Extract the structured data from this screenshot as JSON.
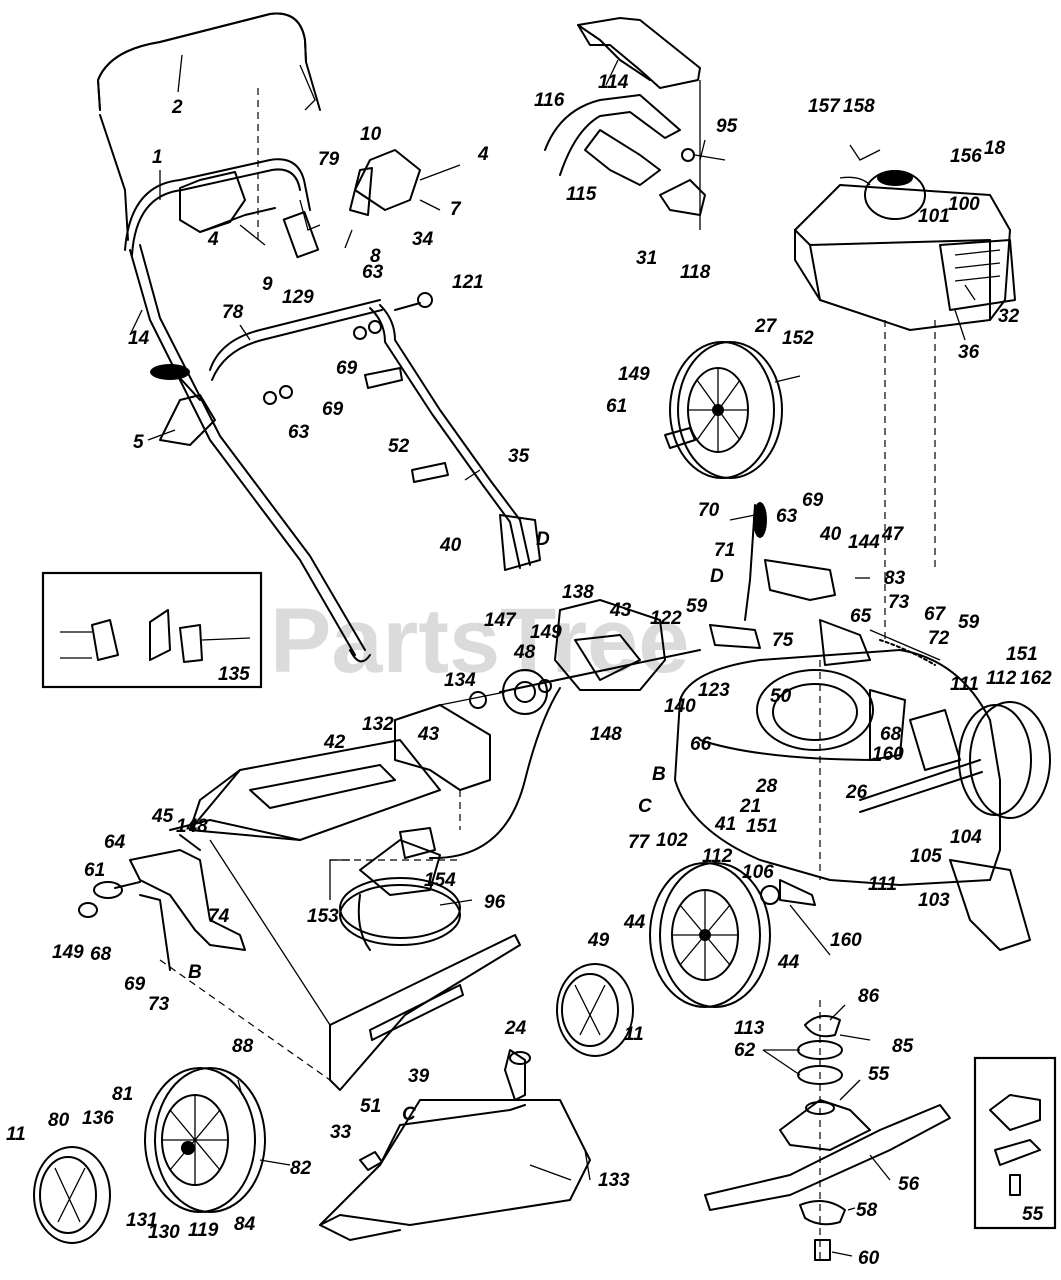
{
  "watermark": "PartsTree",
  "labels": {
    "l2": "2",
    "l1": "1",
    "l79": "79",
    "l10": "10",
    "l4a": "4",
    "l7": "7",
    "l34": "34",
    "l8": "8",
    "l4b": "4",
    "l9": "9",
    "l129": "129",
    "l14": "14",
    "l78": "78",
    "l63a": "63",
    "l121": "121",
    "l69a": "69",
    "l69b": "69",
    "l63b": "63",
    "l52": "52",
    "l5": "5",
    "l35": "35",
    "l40a": "40",
    "lDa": "D",
    "l135": "135",
    "l114": "114",
    "l116": "116",
    "l95": "95",
    "l115": "115",
    "l31": "31",
    "l118": "118",
    "l157": "157",
    "l158": "158",
    "l156": "156",
    "l18": "18",
    "l100": "100",
    "l101": "101",
    "l32": "32",
    "l36": "36",
    "l27": "27",
    "l152": "152",
    "l149a": "149",
    "l61a": "61",
    "l70": "70",
    "l69c": "69",
    "l63c": "63",
    "l40b": "40",
    "l144": "144",
    "l47": "47",
    "l83": "83",
    "l71": "71",
    "lDb": "D",
    "l59a": "59",
    "l65": "65",
    "l73a": "73",
    "l67": "67",
    "l75": "75",
    "l138": "138",
    "l43a": "43",
    "l147": "147",
    "l48": "48",
    "l149b": "149",
    "l122": "122",
    "l72": "72",
    "l59b": "59",
    "l151a": "151",
    "l111a": "111",
    "l112a": "112",
    "l162": "162",
    "l134": "134",
    "l140": "140",
    "l123": "123",
    "l50": "50",
    "l68a": "68",
    "l160a": "160",
    "l132": "132",
    "l43b": "43",
    "l148a": "148",
    "l42": "42",
    "l66": "66",
    "lBa": "B",
    "l28": "28",
    "l26": "26",
    "l21": "21",
    "l151b": "151",
    "lCa": "C",
    "l77": "77",
    "l102": "102",
    "l41": "41",
    "l104": "104",
    "l105": "105",
    "l111b": "111",
    "l103": "103",
    "l112b": "112",
    "l45": "45",
    "l148b": "148",
    "l64": "64",
    "l61b": "61",
    "l74": "74",
    "l154": "154",
    "l153": "153",
    "l96": "96",
    "l106": "106",
    "l160b": "160",
    "l149c": "149",
    "l68b": "68",
    "l69d": "69",
    "l73b": "73",
    "lBb": "B",
    "l49": "49",
    "l44a": "44",
    "l44b": "44",
    "l86": "86",
    "l85": "85",
    "l113": "113",
    "l11a": "11",
    "l62": "62",
    "l39": "39",
    "l51": "51",
    "l88": "88",
    "l24": "24",
    "l55a": "55",
    "l11b": "11",
    "l80": "80",
    "l136": "136",
    "l81": "81",
    "l82": "82",
    "l33": "33",
    "lCb": "C",
    "l133": "133",
    "l56": "56",
    "l131": "131",
    "l130": "130",
    "l119": "119",
    "l84": "84",
    "l58": "58",
    "l60": "60",
    "l55b": "55"
  }
}
